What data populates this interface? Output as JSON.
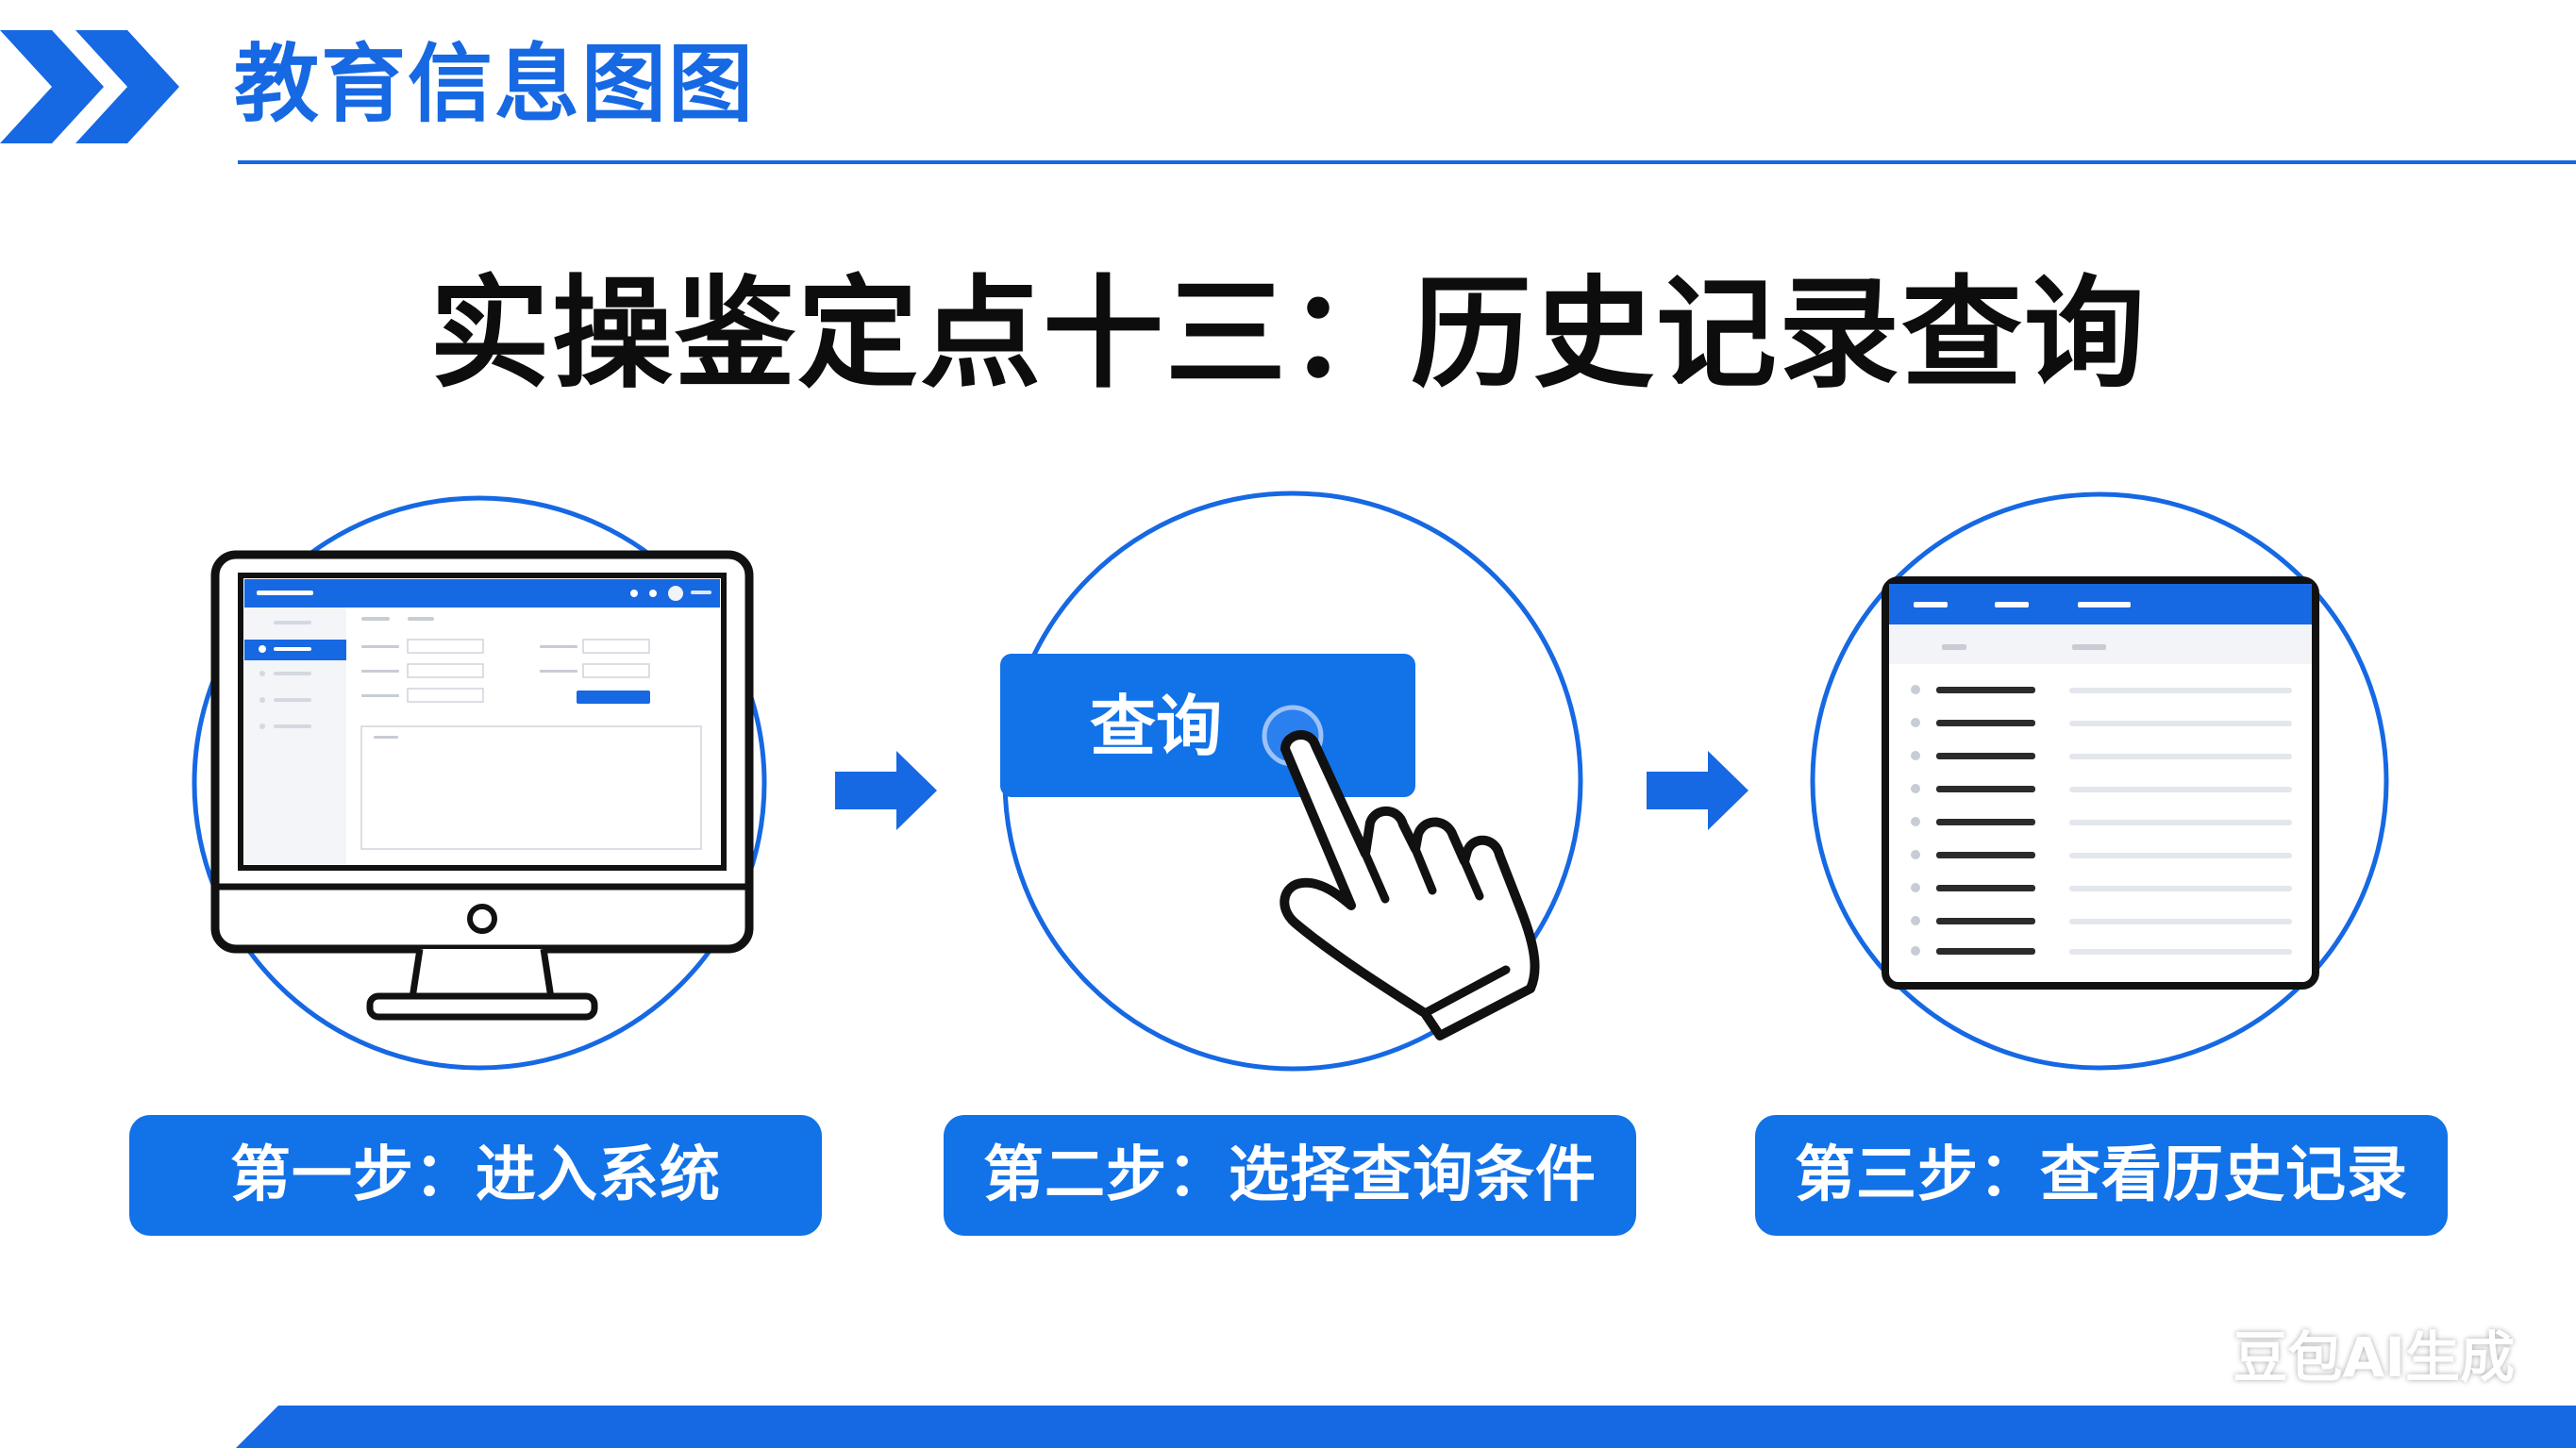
{
  "header": {
    "title": "教育信息图图"
  },
  "main_title": "实操鉴定点十三：历史记录查询",
  "steps": [
    {
      "label": "第一步：进入系统",
      "illustration": "monitor-icon"
    },
    {
      "label": "第二步：选择查询条件",
      "illustration": "pointer-hand-icon"
    },
    {
      "label": "第三步：查看历史记录",
      "illustration": "list-window-icon"
    }
  ],
  "step2_button": {
    "label": "查询"
  },
  "watermark": "豆包AI生成",
  "colors": {
    "accent": "#1668e3",
    "button": "#1272e8",
    "title": "#0d0d0d",
    "outline": "#111111"
  }
}
